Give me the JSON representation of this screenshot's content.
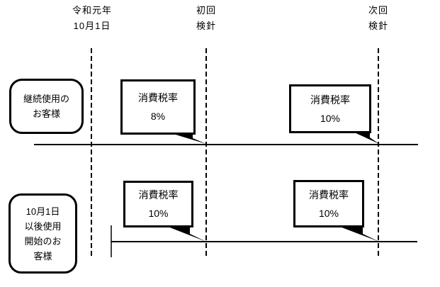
{
  "header_labels": {
    "reiwa_date": "令和元年\n10月1日",
    "first_reading": "初回\n検針",
    "next_reading": "次回\n検針"
  },
  "rows": {
    "continuing": {
      "label": "継続使用の\nお客様",
      "bubble_before": "消費税率\n8%",
      "bubble_after": "消費税率\n10%"
    },
    "new_start": {
      "label": "10月1日\n以後使用\n開始のお\n客様",
      "bubble_before": "消費税率\n10%",
      "bubble_after": "消費税率\n10%"
    }
  },
  "colors": {
    "line": "#000000",
    "background": "#ffffff",
    "text": "#000000"
  }
}
